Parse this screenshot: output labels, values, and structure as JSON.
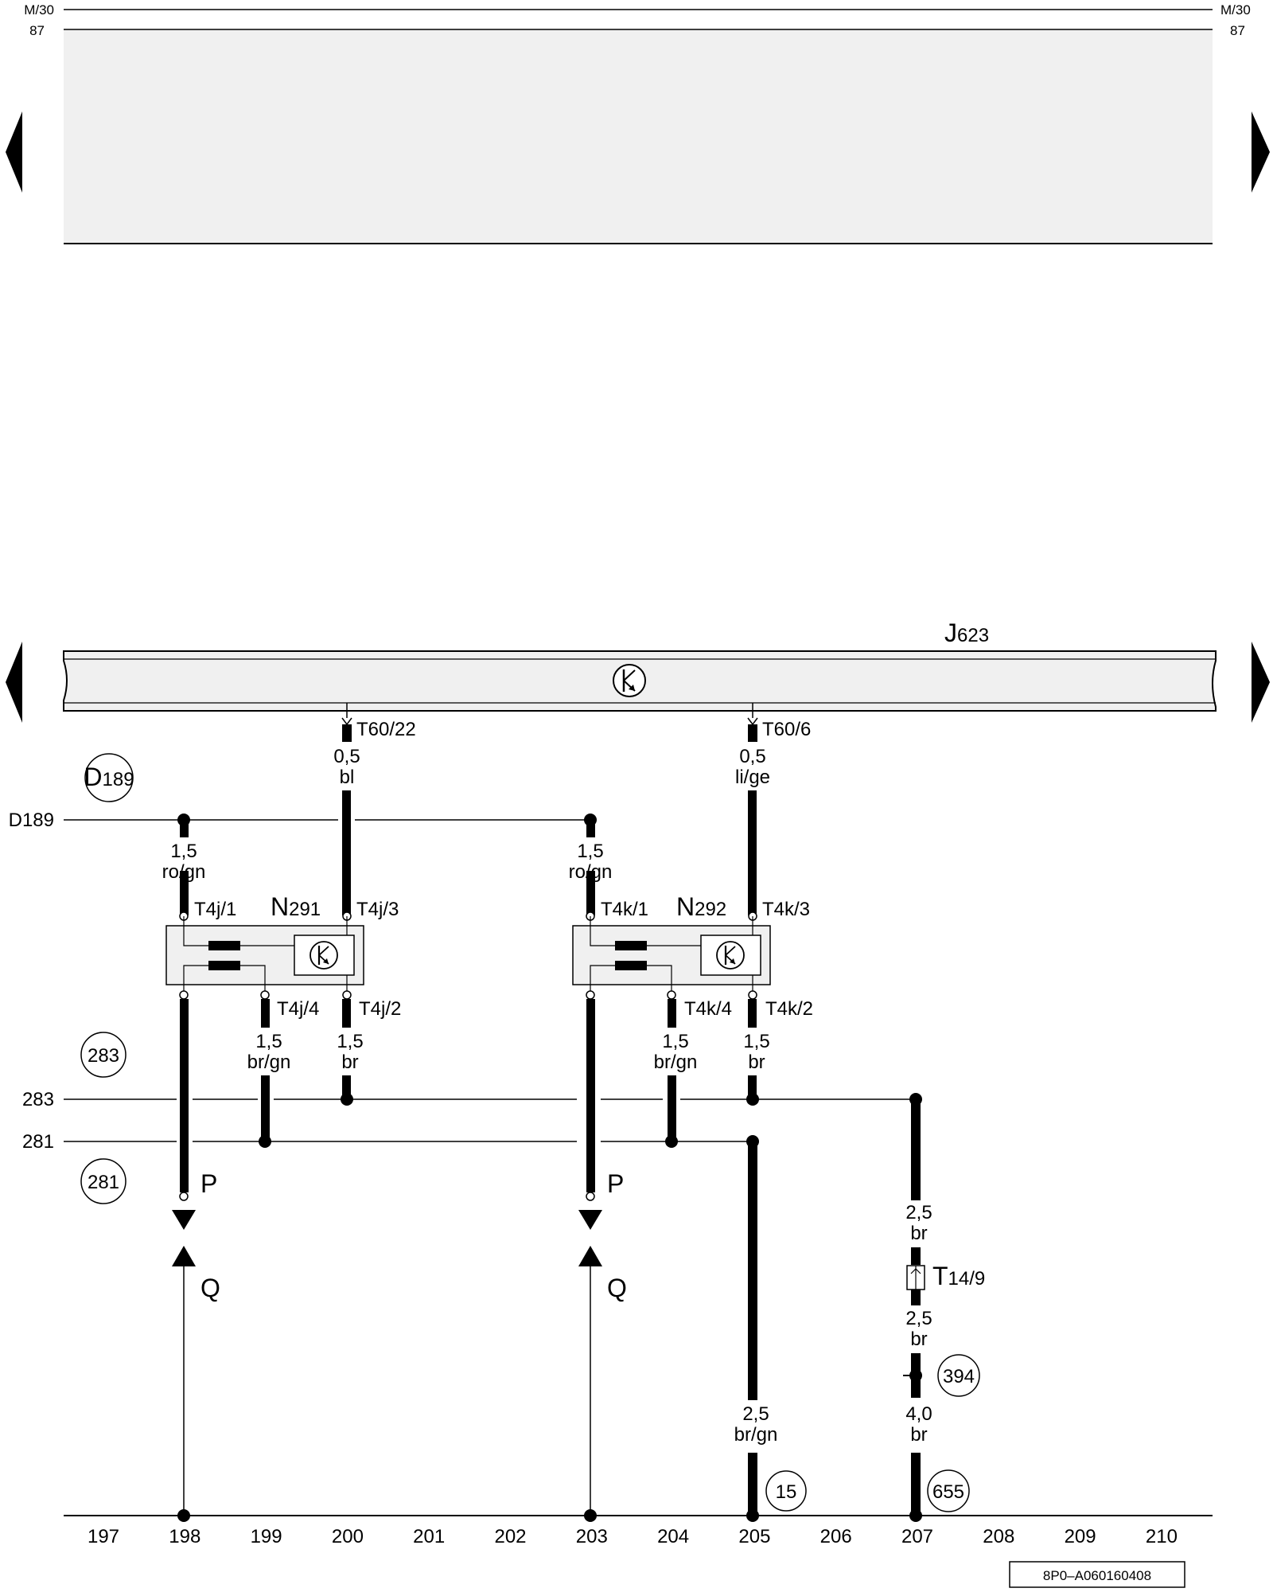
{
  "edge_labels": {
    "top_left_1": "M/30",
    "top_left_2": "87",
    "top_right_1": "M/30",
    "top_right_2": "87"
  },
  "components": {
    "ecu": {
      "name_main": "J",
      "name_sub": "623"
    },
    "valve1": {
      "name_main": "N",
      "name_sub": "291"
    },
    "valve2": {
      "name_main": "N",
      "name_sub": "292"
    }
  },
  "connectors": {
    "ecu_pin_a": "T60/22",
    "ecu_pin_b": "T60/6",
    "v1_pin1": "T4j/1",
    "v1_pin3": "T4j/3",
    "v1_pin4": "T4j/4",
    "v1_pin2": "T4j/2",
    "v2_pin1": "T4k/1",
    "v2_pin3": "T4k/3",
    "v2_pin4": "T4k/4",
    "v2_pin2": "T4k/2",
    "t14_main": "T",
    "t14_sub": "14/9"
  },
  "wires": {
    "w_bl_size": "0,5",
    "w_bl_color": "bl",
    "w_ge_size": "0,5",
    "w_ge_color": "li/ge",
    "w_v1_ro_size": "1,5",
    "w_v1_ro_color": "ro/gn",
    "w_v2_ro_size": "1,5",
    "w_v2_ro_color": "ro/gn",
    "w_v1_brgn_size": "1,5",
    "w_v1_brgn_color": "br/gn",
    "w_v1_br_size": "1,5",
    "w_v1_br_color": "br",
    "w_v2_brgn_size": "1,5",
    "w_v2_brgn_color": "br/gn",
    "w_v2_br_size": "1,5",
    "w_v2_br_color": "br",
    "w_207_a_size": "2,5",
    "w_207_a_color": "br",
    "w_207_b_size": "2,5",
    "w_207_b_color": "br",
    "w_207_c_size": "4,0",
    "w_207_c_color": "br",
    "w_205_size": "2,5",
    "w_205_color": "br/gn"
  },
  "buses": {
    "d189_label": "D189",
    "d189_circle_main": "D",
    "d189_circle_sub": "189",
    "bus283_label": "283",
    "bus283_circle": "283",
    "bus281_label": "281",
    "bus281_circle": "281"
  },
  "refs": {
    "p_left": "P",
    "q_left": "Q",
    "p_right": "P",
    "q_right": "Q",
    "circle_394": "394",
    "circle_15": "15",
    "circle_655": "655"
  },
  "columns": [
    "197",
    "198",
    "199",
    "200",
    "201",
    "202",
    "203",
    "204",
    "205",
    "206",
    "207",
    "208",
    "209",
    "210"
  ],
  "doc_id": "8P0–A060160408"
}
